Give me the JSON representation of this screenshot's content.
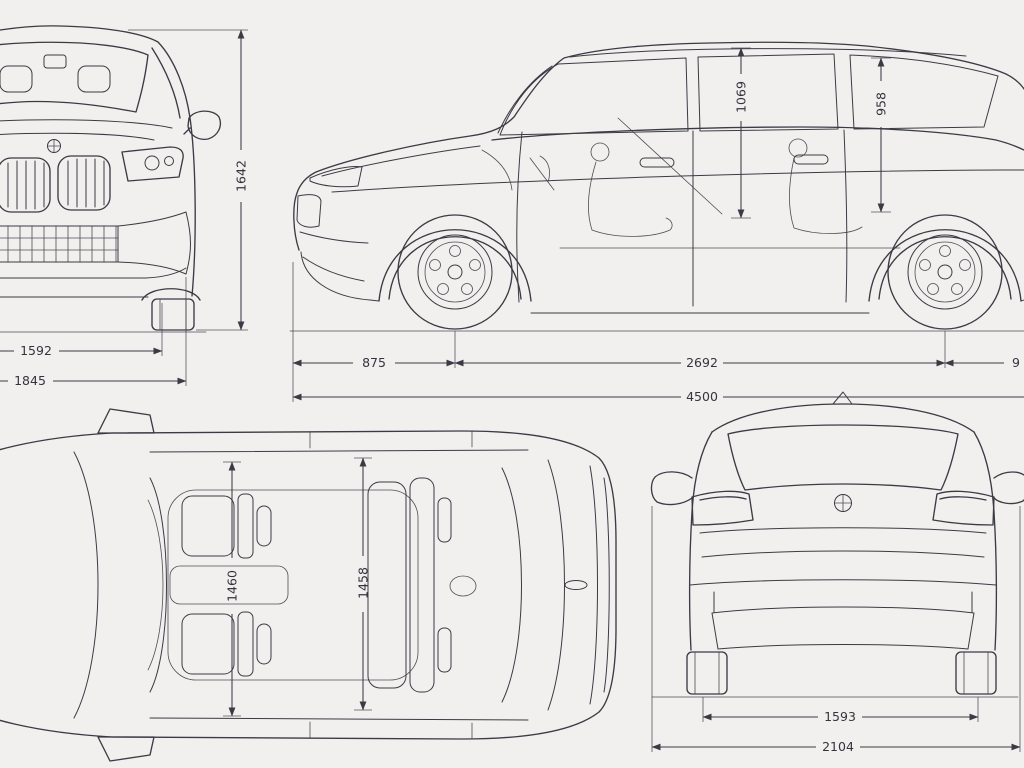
{
  "colors": {
    "line": "#3b3b45",
    "background": "#f1f0ee"
  },
  "views": {
    "front": {
      "height": "1642",
      "track": "1592",
      "width": "1845"
    },
    "side": {
      "headroom_front": "1069",
      "headroom_rear": "958",
      "overhang_front": "875",
      "wheelbase": "2692",
      "overhang_rear_clipped": "9",
      "length": "4500"
    },
    "top": {
      "interior_width_front": "1460",
      "interior_width_rear": "1458"
    },
    "rear": {
      "track": "1593",
      "width_with_mirrors": "2104"
    }
  }
}
